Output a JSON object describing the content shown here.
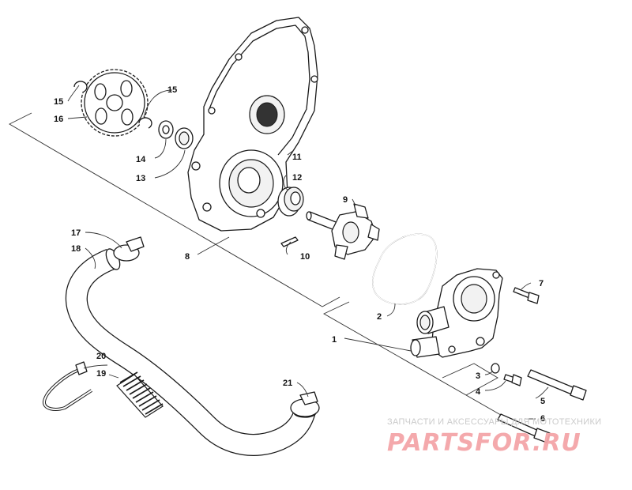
{
  "diagram": {
    "callouts": [
      {
        "id": "c1",
        "label": "1"
      },
      {
        "id": "c2",
        "label": "2"
      },
      {
        "id": "c3",
        "label": "3"
      },
      {
        "id": "c4",
        "label": "4"
      },
      {
        "id": "c5",
        "label": "5"
      },
      {
        "id": "c6",
        "label": "6"
      },
      {
        "id": "c7",
        "label": "7"
      },
      {
        "id": "c8",
        "label": "8"
      },
      {
        "id": "c9",
        "label": "9"
      },
      {
        "id": "c10",
        "label": "10"
      },
      {
        "id": "c11",
        "label": "11"
      },
      {
        "id": "c12",
        "label": "12"
      },
      {
        "id": "c13",
        "label": "13"
      },
      {
        "id": "c14",
        "label": "14"
      },
      {
        "id": "c15a",
        "label": "15"
      },
      {
        "id": "c15b",
        "label": "15"
      },
      {
        "id": "c16",
        "label": "16"
      },
      {
        "id": "c17",
        "label": "17"
      },
      {
        "id": "c18",
        "label": "18"
      },
      {
        "id": "c19",
        "label": "19"
      },
      {
        "id": "c20",
        "label": "20"
      },
      {
        "id": "c21",
        "label": "21"
      }
    ]
  },
  "watermark": {
    "caption": "ЗАПЧАСТИ И АКСЕССУАРЫ ДЛЯ МОТОТЕХНИКИ",
    "logo": "PARTSFOR.RU",
    "color": "#f4a5a8"
  }
}
